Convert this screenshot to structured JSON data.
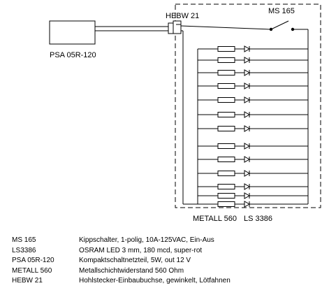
{
  "labels": {
    "psa": "PSA 05R-120",
    "hebw": "HEBW 21",
    "ms": "MS 165",
    "metall": "METALL 560",
    "ls": "LS 3386"
  },
  "legend": [
    {
      "code": "MS 165",
      "desc": "Kippschalter, 1-polig, 10A-125VAC, Ein-Aus"
    },
    {
      "code": "LS3386",
      "desc": "OSRAM LED 3 mm, 180 mcd, super-rot"
    },
    {
      "code": "PSA 05R-120",
      "desc": "Kompaktschaltnetzteil, 5W, out 12 V"
    },
    {
      "code": "METALL 560",
      "desc": "Metallschichtwiderstand 560 Ohm"
    },
    {
      "code": "HEBW 21",
      "desc": "Hohlstecker-Einbaubuchse, gewinkelt, Lötfahnen"
    }
  ],
  "branches": {
    "count": 13
  },
  "colors": {
    "line": "#000000",
    "background": "#ffffff"
  }
}
